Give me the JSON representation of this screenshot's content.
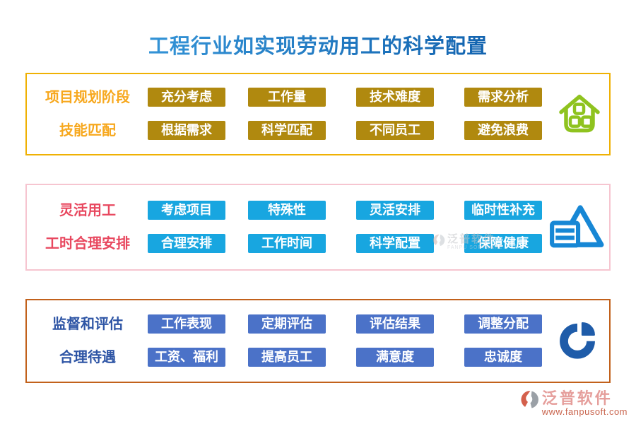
{
  "title": "工程行业如实现劳动用工的科学配置",
  "title_gradient": {
    "from": "#3C9FE0",
    "to": "#0A58A6"
  },
  "sections": [
    {
      "border_color": "#EFB104",
      "label_color": "#F7A81E",
      "tag_color": "#B0890F",
      "icon": "house-icon",
      "icon_color": "#8FC31F",
      "rows": [
        {
          "label": "项目规划阶段",
          "buttons": [
            "充分考虑",
            "工作量",
            "技术难度",
            "需求分析"
          ]
        },
        {
          "label": "技能匹配",
          "buttons": [
            "根据需求",
            "科学匹配",
            "不同员工",
            "避免浪费"
          ]
        }
      ]
    },
    {
      "border_color": "#F6C5D0",
      "label_color": "#E8485F",
      "tag_color": "#18A6E0",
      "icon": "pyramid-chart-icon",
      "icon_color": "#1787D5",
      "rows": [
        {
          "label": "灵活用工",
          "buttons": [
            "考虑项目",
            "特殊性",
            "灵活安排",
            "临时性补充"
          ]
        },
        {
          "label": "工时合理安排",
          "buttons": [
            "合理安排",
            "工作时间",
            "科学配置",
            "保障健康"
          ]
        }
      ]
    },
    {
      "border_color": "#C2611B",
      "label_color": "#2E55A5",
      "tag_color": "#4B72C8",
      "icon": "pie-chart-icon",
      "icon_color": "#1F5CA9",
      "rows": [
        {
          "label": "监督和评估",
          "buttons": [
            "工作表现",
            "定期评估",
            "评估结果",
            "调整分配"
          ]
        },
        {
          "label": "合理待遇",
          "buttons": [
            "工资、福利",
            "提高员工",
            "满意度",
            "忠诚度"
          ]
        }
      ]
    }
  ],
  "watermark": {
    "brand": "泛普软件",
    "sub": "FANPU SOFTWARE"
  },
  "footer": {
    "brand": "泛普软件",
    "url": "www.fanpusoft.com"
  }
}
